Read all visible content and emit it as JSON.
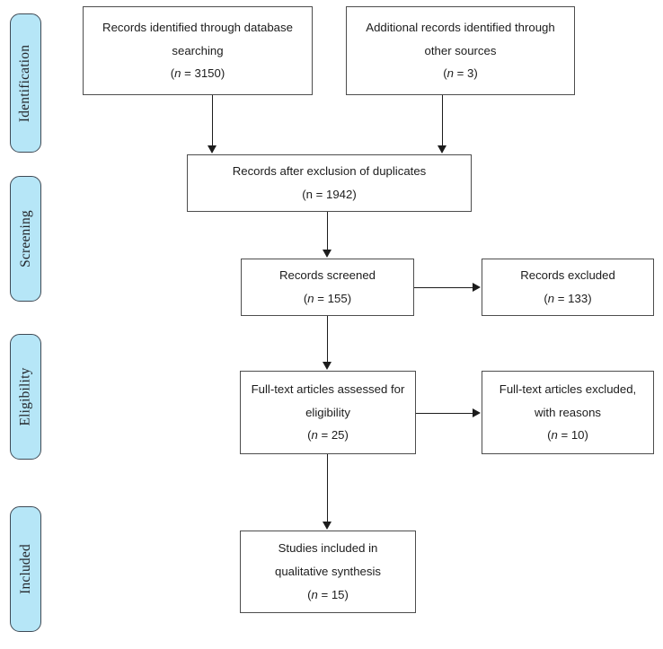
{
  "diagram": {
    "type": "prisma-flow-diagram",
    "stages": [
      {
        "id": "identification",
        "label": "Identification"
      },
      {
        "id": "screening",
        "label": "Screening"
      },
      {
        "id": "eligibility",
        "label": "Eligibility"
      },
      {
        "id": "included",
        "label": "Included"
      }
    ],
    "boxes": [
      {
        "id": "records-identified-database",
        "lines": [
          "Records identified through database",
          "searching"
        ],
        "count_prefix": "(",
        "count_label": "n",
        "count_equals": " = ",
        "count_value": "3150",
        "count_suffix": ")",
        "count_italic": true
      },
      {
        "id": "additional-records-other-sources",
        "lines": [
          "Additional records identified through",
          "other sources"
        ],
        "count_prefix": "(",
        "count_label": "n",
        "count_equals": " = ",
        "count_value": "3",
        "count_suffix": ")",
        "count_italic": true
      },
      {
        "id": "records-after-duplicates",
        "lines": [
          "Records after exclusion of duplicates"
        ],
        "count_prefix": "(",
        "count_label": "n",
        "count_equals": " = ",
        "count_value": "1942",
        "count_suffix": ")",
        "count_italic": false
      },
      {
        "id": "records-screened",
        "lines": [
          "Records screened"
        ],
        "count_prefix": "(",
        "count_label": "n",
        "count_equals": " = ",
        "count_value": "155",
        "count_suffix": ")",
        "count_italic": true
      },
      {
        "id": "records-excluded",
        "lines": [
          "Records excluded"
        ],
        "count_prefix": "(",
        "count_label": "n",
        "count_equals": " = ",
        "count_value": "133",
        "count_suffix": ")",
        "count_italic": true
      },
      {
        "id": "fulltext-assessed",
        "lines": [
          "Full-text articles assessed for",
          "eligibility"
        ],
        "count_prefix": "(",
        "count_label": "n",
        "count_equals": " = ",
        "count_value": "25",
        "count_suffix": ")",
        "count_italic": true
      },
      {
        "id": "fulltext-excluded",
        "lines": [
          "Full-text articles excluded,",
          "with reasons"
        ],
        "count_prefix": "(",
        "count_label": "n",
        "count_equals": " = ",
        "count_value": "10",
        "count_suffix": ")",
        "count_italic": true
      },
      {
        "id": "studies-included",
        "lines": [
          "Studies included in",
          "qualitative synthesis"
        ],
        "count_prefix": "(",
        "count_label": "n",
        "count_equals": " = ",
        "count_value": "15",
        "count_suffix": ")",
        "count_italic": true
      }
    ],
    "colors": {
      "stage_fill": "#b6e6f7",
      "stage_border": "#3f4a55",
      "box_border": "#4d4d4d",
      "connector": "#1c1c1c",
      "background": "#ffffff",
      "text": "#1c1c1c"
    }
  }
}
